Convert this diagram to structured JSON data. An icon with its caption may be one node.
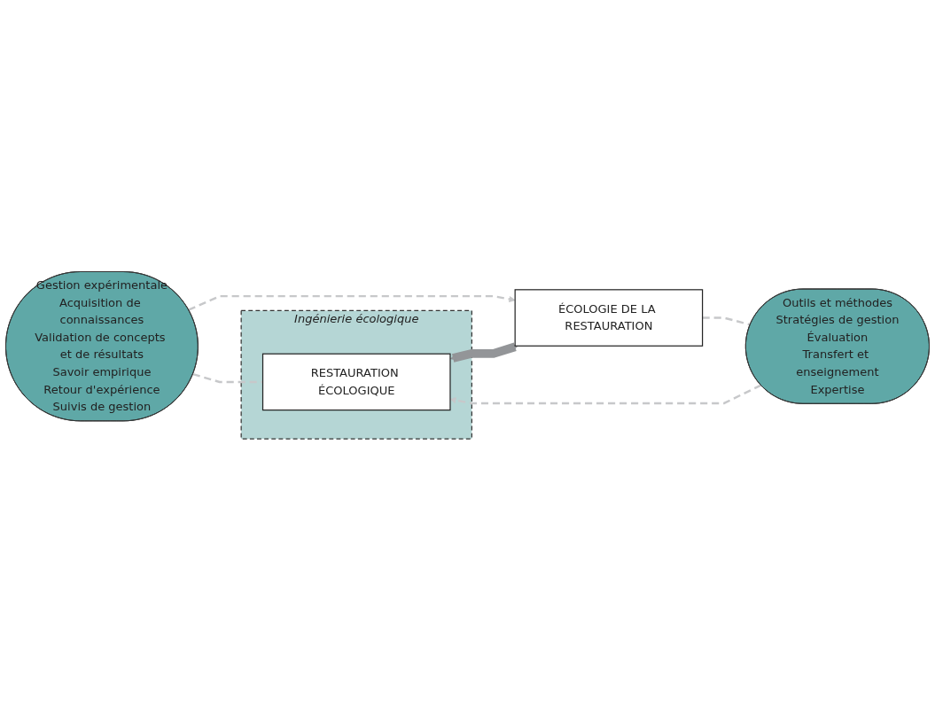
{
  "diagram": {
    "nodes": [
      {
        "text": [
          "Gestion expérimentale",
          "Acquisition de connaissances",
          "Validation de concepts et de résultats",
          "Savoir empirique",
          "Retour d'expérience",
          "Suivis de gestion"
        ]
      },
      {
        "text": [
          "Ingénierie écologique"
        ]
      },
      {
        "text": [
          "RESTAURATION ÉCOLOGIQUE"
        ],
        "in": 1
      },
      {
        "text": [
          "ÉCOLOGIE DE LA RESTAURATION"
        ]
      },
      {
        "text": [
          "Outils et méthodes",
          "Stratégies de gestion",
          "Évaluation",
          "Transfert et enseignement",
          "Expertise"
        ]
      }
    ],
    "edges": [
      {
        "from": 0,
        "to": 2,
        "arrow": "none",
        "style": "dashed",
        "color": "#c7c8ca"
      },
      {
        "from": 0,
        "to": 3,
        "arrow": "to",
        "style": "dashed",
        "color": "#c7c8ca"
      },
      {
        "from": 2,
        "to": 3,
        "arrow": "both",
        "style": "thick",
        "color": "#939598"
      },
      {
        "from": 3,
        "to": 4,
        "arrow": "none",
        "style": "dashed",
        "color": "#c7c8ca"
      },
      {
        "from": 4,
        "to": 2,
        "arrow": "to",
        "style": "dashed",
        "color": "#c7c8ca"
      }
    ]
  }
}
